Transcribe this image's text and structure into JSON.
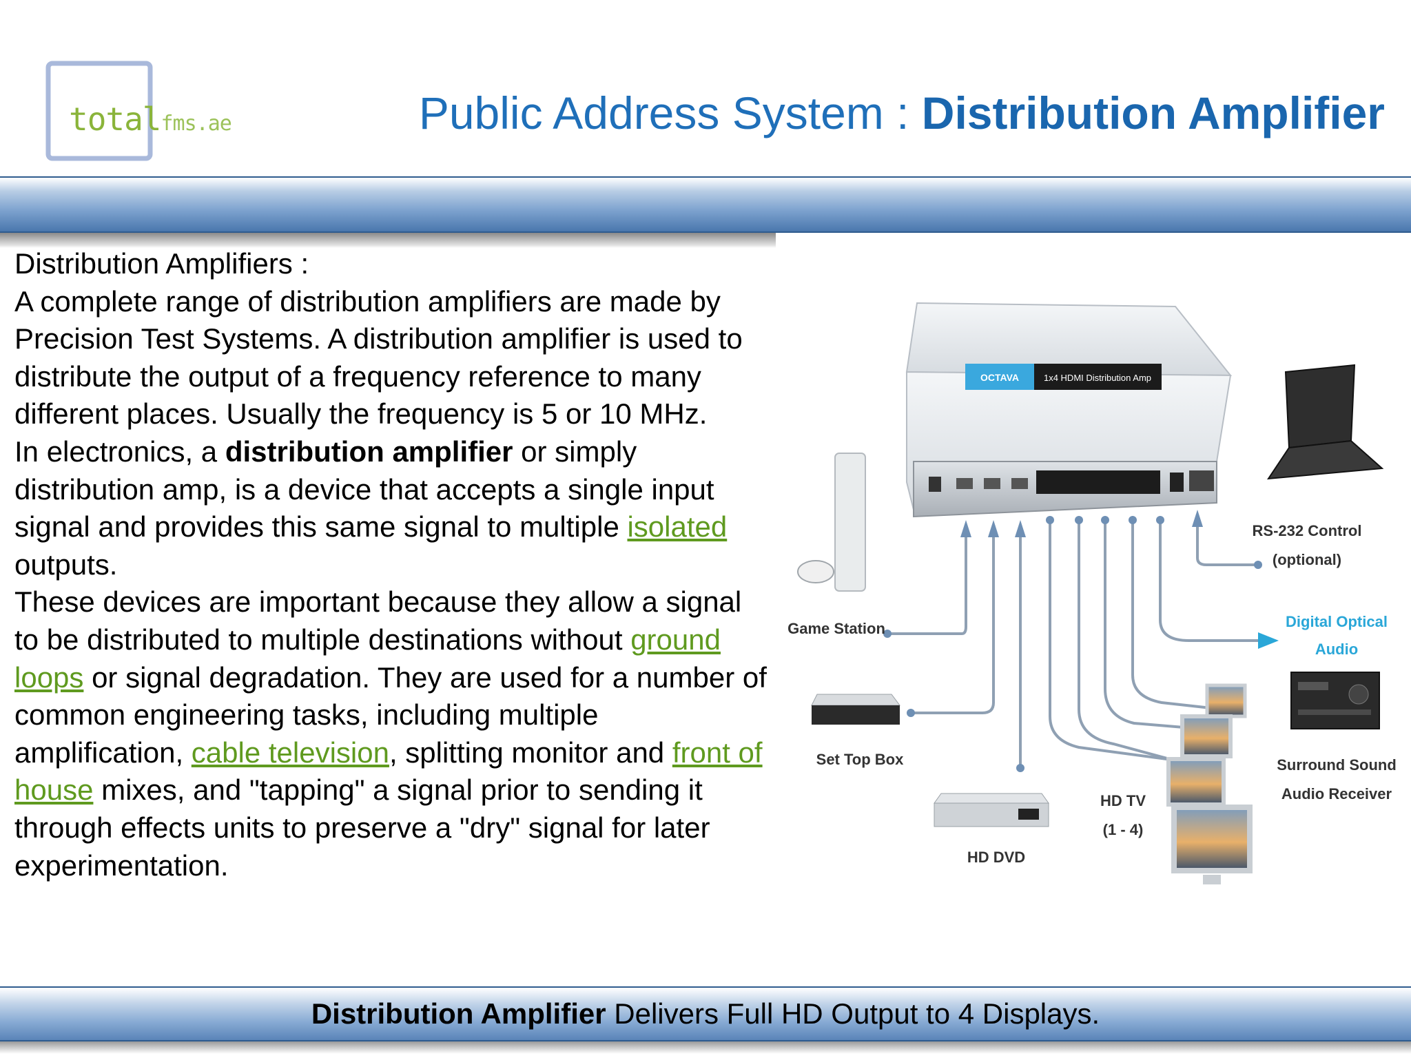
{
  "logo": {
    "word": "total",
    "suffix": "fms.ae"
  },
  "header": {
    "title_prefix": "Public Address System : ",
    "title_bold": "Distribution Amplifier"
  },
  "body": {
    "heading": "Distribution Amplifiers :",
    "para1": "A complete range of distribution amplifiers are made by Precision Test Systems.  A distribution amplifier is used to distribute the output of a frequency reference to many different places.  Usually the frequency is 5 or 10 MHz.",
    "para2_a": "In electronics, a ",
    "para2_bold": "distribution amplifier",
    "para2_b": " or simply distribution amp, is a device that accepts a single input signal and provides this same signal to multiple ",
    "para2_link": "isolated",
    "para2_c": " outputs.",
    "para3_a": "These devices are important because they allow a signal to be distributed to multiple destinations without ",
    "para3_link1": "ground loops",
    "para3_b": " or signal degradation. They are used for a number of common engineering tasks, including multiple amplification, ",
    "para3_link2": "cable television",
    "para3_c": ", splitting monitor and ",
    "para3_link3": "front of house",
    "para3_d": " mixes, and \"tapping\" a signal prior to sending it through effects units to preserve a \"dry\" signal for later experimentation."
  },
  "diagram": {
    "brand": "OCTAVA",
    "device_label": "1x4 HDMI Distribution Amp",
    "labels": {
      "game_station": "Game Station",
      "set_top_box": "Set Top Box",
      "hd_dvd": "HD DVD",
      "hd_tv": "HD TV",
      "hd_tv_range": "(1 - 4)",
      "rs232": "RS-232 Control",
      "rs232_note": "(optional)",
      "optical_1": "Digital Optical",
      "optical_2": "Audio",
      "surround_1": "Surround Sound",
      "surround_2": "Audio Receiver"
    }
  },
  "footer": {
    "bold": "Distribution Amplifier",
    "rest": " Delivers Full HD Output to 4 Displays."
  },
  "colors": {
    "title_blue": "#1f6fb9",
    "link_green": "#5f9a1f",
    "band_blue": "#4a77ad"
  }
}
